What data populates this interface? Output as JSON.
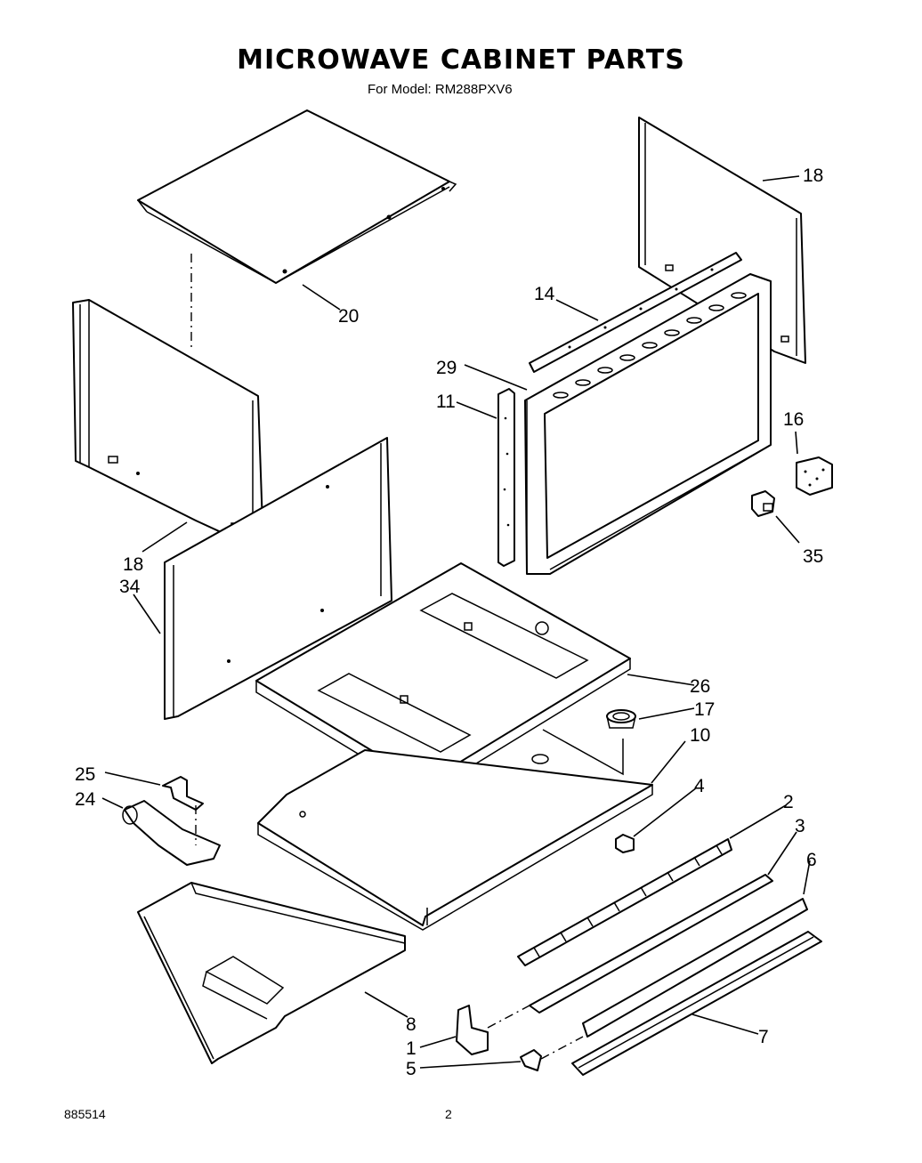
{
  "header": {
    "title": "MICROWAVE CABINET PARTS",
    "model_line": "For Model: RM288PXV6"
  },
  "footer": {
    "document_number": "885514",
    "page_number": "2"
  },
  "callouts": [
    {
      "id": "c20",
      "label": "20"
    },
    {
      "id": "c18a",
      "label": "18"
    },
    {
      "id": "c14",
      "label": "14"
    },
    {
      "id": "c29",
      "label": "29"
    },
    {
      "id": "c11",
      "label": "11"
    },
    {
      "id": "c16",
      "label": "16"
    },
    {
      "id": "c35",
      "label": "35"
    },
    {
      "id": "c18b",
      "label": "18"
    },
    {
      "id": "c34",
      "label": "34"
    },
    {
      "id": "c26",
      "label": "26"
    },
    {
      "id": "c17",
      "label": "17"
    },
    {
      "id": "c10",
      "label": "10"
    },
    {
      "id": "c25",
      "label": "25"
    },
    {
      "id": "c24",
      "label": "24"
    },
    {
      "id": "c4",
      "label": "4"
    },
    {
      "id": "c2",
      "label": "2"
    },
    {
      "id": "c3",
      "label": "3"
    },
    {
      "id": "c6",
      "label": "6"
    },
    {
      "id": "c8",
      "label": "8"
    },
    {
      "id": "c1",
      "label": "1"
    },
    {
      "id": "c5",
      "label": "5"
    },
    {
      "id": "c7",
      "label": "7"
    }
  ]
}
